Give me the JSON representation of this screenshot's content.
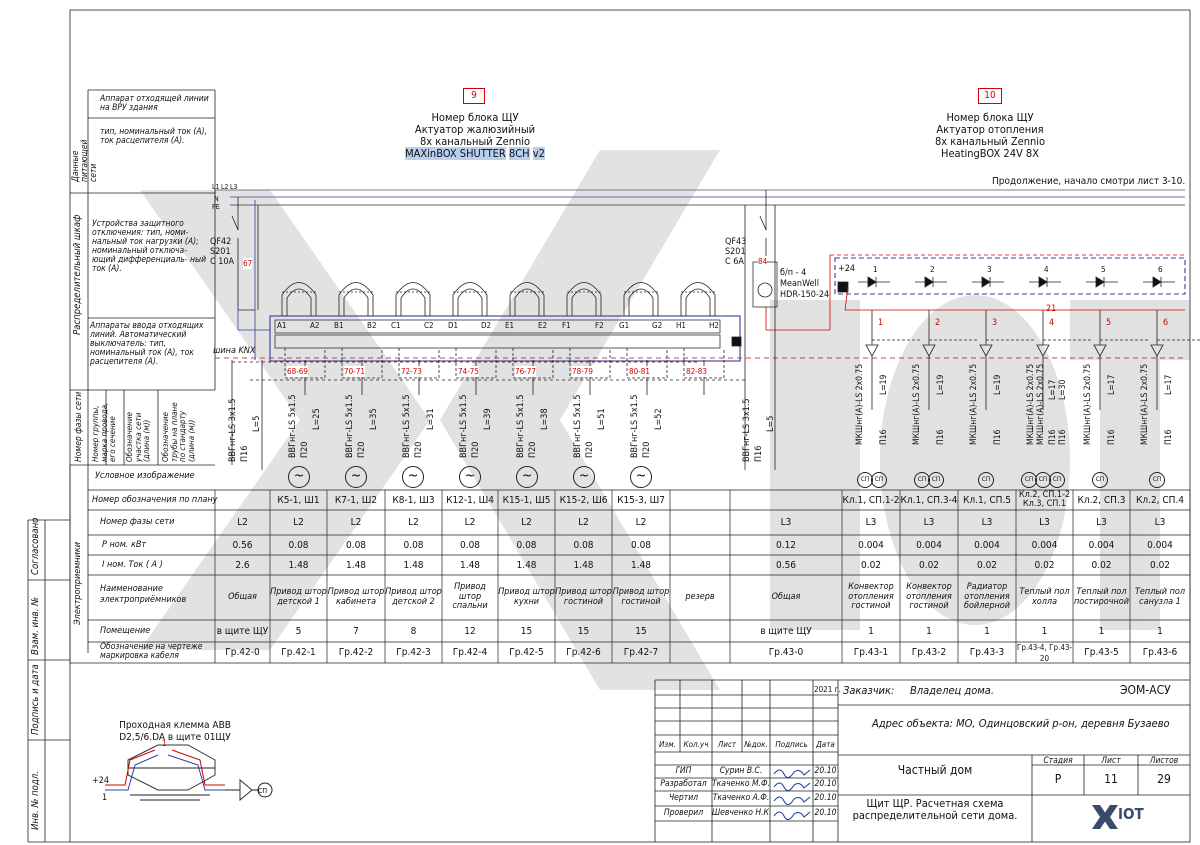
{
  "watermark_logo": "XIOT",
  "block9": {
    "num": "9",
    "l1": "Номер блока ЩУ",
    "l2": "Актуатор жалюзийный",
    "l3": "8х канальный Zennio",
    "l4a": "MAXinBOX SHUTTER",
    "l4b": "8CH",
    "l4c": "v2"
  },
  "block10": {
    "num": "10",
    "l1": "Номер блока ЩУ",
    "l2": "Актуатор отопления",
    "l3": "8х канальный Zennio",
    "l4": "HeatingBOX 24V 8X"
  },
  "continuation": "Продолжение, начало смотри лист 3-10.",
  "bus": {
    "l1": "L1",
    "l2": "L2",
    "l3": "L3",
    "n": "N",
    "pe": "PE",
    "knx": "шина KNX"
  },
  "qf42": {
    "l1": "QF42",
    "l2": "S201",
    "l3": "C 10A",
    "num": "67"
  },
  "qf43": {
    "l1": "QF43",
    "l2": "S201",
    "l3": "C 6A",
    "num": "84"
  },
  "psu": {
    "l1": "б/п - 4",
    "l2": "MeanWell",
    "l3": "HDR-150-24"
  },
  "plus24": "+24",
  "actuator_ports": [
    "A1",
    "A2",
    "B1",
    "B2",
    "C1",
    "C2",
    "D1",
    "D2",
    "E1",
    "E2",
    "F1",
    "F2",
    "G1",
    "G2",
    "H1",
    "H2"
  ],
  "wire_nums": [
    "68-69",
    "70-71",
    "72-73",
    "74-75",
    "76-77",
    "78-79",
    "80-81",
    "82-83"
  ],
  "heat_ch": [
    "1",
    "2",
    "3",
    "4",
    "5",
    "6"
  ],
  "heat_red": [
    "1",
    "2",
    "3",
    "4",
    "5",
    "6"
  ],
  "heat_21": "21",
  "cable_left": {
    "c1": "ВВГнг-LS 3х1.5",
    "c2": "П16",
    "c3": "L=5"
  },
  "cables_sh": [
    {
      "c1": "ВВГнг-LS 5х1.5",
      "c2": "П20",
      "c3": "L=25"
    },
    {
      "c1": "ВВГнг-LS 5х1.5",
      "c2": "П20",
      "c3": "L=35"
    },
    {
      "c1": "ВВГнг-LS 5х1.5",
      "c2": "П20",
      "c3": "L=31"
    },
    {
      "c1": "ВВГнг-LS 5х1.5",
      "c2": "П20",
      "c3": "L=39"
    },
    {
      "c1": "ВВГнг-LS 5х1.5",
      "c2": "П20",
      "c3": "L=38"
    },
    {
      "c1": "ВВГнг-LS 5х1.5",
      "c2": "П20",
      "c3": "L=51"
    },
    {
      "c1": "ВВГнг-LS 5х1.5",
      "c2": "П20",
      "c3": "L=52"
    }
  ],
  "cable_43": {
    "c1": "ВВГнг-LS 3х1.5",
    "c2": "П16",
    "c3": "L=5"
  },
  "cables_ht": [
    {
      "c1": "МКШнг(А)-LS 2х0.75",
      "c2": "П16",
      "c3": "L=19"
    },
    {
      "c1": "МКШнг(А)-LS 2х0.75",
      "c2": "П16",
      "c3": "L=19"
    },
    {
      "c1": "МКШнг(А)-LS 2х0.75",
      "c2": "П16",
      "c3": "L=19"
    },
    {
      "c1": "МКШнг(А)-LS 2х0.75",
      "c2": "П16",
      "c3": "L=17",
      "c1b": "МКШнг(А)-LS 2х0.75",
      "c2b": "П16",
      "c3b": "L=30"
    },
    {
      "c1": "МКШнг(А)-LS 2х0.75",
      "c2": "П16",
      "c3": "L=17"
    },
    {
      "c1": "МКШнг(А)-LS 2х0.75",
      "c2": "П16",
      "c3": "L=17"
    }
  ],
  "sp": "СП",
  "side": {
    "s1": "Аппарат отходящей линии на ВРУ здания",
    "s2": "тип, номинальный ток (А), ток расцепителя (А).",
    "s2v": "Данные питающей сети",
    "s3": "Устройства защитного отключения: тип, номи- нальный ток нагрузки (А); номинальный отключа- ющий дифференциаль- ный ток (А).",
    "s4": "Аппараты ввода отходящих линий. Автоматический выключатель: тип, номинальный ток (А), ток расцепителя (А).",
    "shkaf": "Распределительный шкаф",
    "v1": "Номер фазы сети",
    "v2": "Номер группы, марка провода, его сечение",
    "v3": "Обозначение участка сети (длина (м))",
    "v4": "Обозначение трубы на плане по стандарту (длина (м))",
    "uslovn": "Условное изображение",
    "el": "Электроприемники",
    "sogl": "Согласовано",
    "vzam": "Взам. инв. №",
    "podp": "Подпись и дата",
    "inv": "Инв. № подл."
  },
  "rows": {
    "r1": "Номер обозначения  по плану",
    "r2": "Номер фазы сети",
    "r3": "Р ном. кВт",
    "r4": "I ном. Ток ( А )",
    "r5": "Наименование электроприёмников",
    "r6": "Помещение",
    "r7": "Обозначение на чертеже маркировка кабеля"
  },
  "cols": [
    {
      "plan": "",
      "phase": "L2",
      "p": "0.56",
      "i": "2.6",
      "name": "Общая",
      "room": "в щите ЩУ",
      "mark": "Гр.42-0"
    },
    {
      "plan": "К5-1, Ш1",
      "phase": "L2",
      "p": "0.08",
      "i": "1.48",
      "name": "Привод штор детской 1",
      "room": "5",
      "mark": "Гр.42-1"
    },
    {
      "plan": "К7-1, Ш2",
      "phase": "L2",
      "p": "0.08",
      "i": "1.48",
      "name": "Привод штор кабинета",
      "room": "7",
      "mark": "Гр.42-2"
    },
    {
      "plan": "К8-1, Ш3",
      "phase": "L2",
      "p": "0.08",
      "i": "1.48",
      "name": "Привод штор детской 2",
      "room": "8",
      "mark": "Гр.42-3"
    },
    {
      "plan": "К12-1, Ш4",
      "phase": "L2",
      "p": "0.08",
      "i": "1.48",
      "name": "Привод штор спальни",
      "room": "12",
      "mark": "Гр.42-4"
    },
    {
      "plan": "К15-1, Ш5",
      "phase": "L2",
      "p": "0.08",
      "i": "1.48",
      "name": "Привод штор кухни",
      "room": "15",
      "mark": "Гр.42-5"
    },
    {
      "plan": "К15-2, Ш6",
      "phase": "L2",
      "p": "0.08",
      "i": "1.48",
      "name": "Привод штор гостиной",
      "room": "15",
      "mark": "Гр.42-6"
    },
    {
      "plan": "К15-3, Ш7",
      "phase": "L2",
      "p": "0.08",
      "i": "1.48",
      "name": "Привод штор гостиной",
      "room": "15",
      "mark": "Гр.42-7"
    },
    {
      "plan": "",
      "phase": "",
      "p": "",
      "i": "",
      "name": "резерв",
      "room": "",
      "mark": ""
    },
    {
      "plan": "",
      "phase": "L3",
      "p": "0.12",
      "i": "0.56",
      "name": "Общая",
      "room": "в щите ЩУ",
      "mark": "Гр.43-0"
    },
    {
      "plan": "Кл.1, СП.1-2",
      "phase": "L3",
      "p": "0.004",
      "i": "0.02",
      "name": "Конвектор отопления гостиной",
      "room": "1",
      "mark": "Гр.43-1"
    },
    {
      "plan": "Кл.1, СП.3-4",
      "phase": "L3",
      "p": "0.004",
      "i": "0.02",
      "name": "Конвектор отопления гостиной",
      "room": "1",
      "mark": "Гр.43-2"
    },
    {
      "plan": "Кл.1, СП.5",
      "phase": "L3",
      "p": "0.004",
      "i": "0.02",
      "name": "Радиатор отопления бойлерной",
      "room": "1",
      "mark": "Гр.43-3"
    },
    {
      "plan": "Кл.2, СП.1-2 Кл.3, СП.1",
      "phase": "L3",
      "p": "0.004",
      "i": "0.02",
      "name": "Теплый пол холла",
      "room": "1",
      "mark": "Гр.43-4, Гр.43-20"
    },
    {
      "plan": "Кл.2, СП.3",
      "phase": "L3",
      "p": "0.004",
      "i": "0.02",
      "name": "Теплый пол постирочной",
      "room": "1",
      "mark": "Гр.43-5"
    },
    {
      "plan": "Кл.2, СП.4",
      "phase": "L3",
      "p": "0.004",
      "i": "0.02",
      "name": "Теплый пол санузла 1",
      "room": "1",
      "mark": "Гр.43-6"
    }
  ],
  "terminal": {
    "l1": "Проходная клемма ABB",
    "l2": "D2,5/6.DA в щите 01ЩУ",
    "plus": "+24",
    "one": "1",
    "sp": "СП"
  },
  "stamp": {
    "year": "2021 г.",
    "customer_label": "Заказчик:",
    "customer": "Владелец дома.",
    "code": "ЭОМ-АСУ",
    "address": "Адрес объекта: МО, Одинцовский р-он, деревня Бузаево",
    "h": [
      "Изм.",
      "Кол.уч",
      "Лист",
      "№док.",
      "Подпись",
      "Дата"
    ],
    "people": [
      {
        "role": "ГИП",
        "name": "Сурин В.С.",
        "date": "20.10"
      },
      {
        "role": "Разработал",
        "name": "Ткаченко М.Ф.",
        "date": "20.10"
      },
      {
        "role": "Чертил",
        "name": "Ткаченко А.Ф.",
        "date": "20.10"
      },
      {
        "role": "Проверил",
        "name": "Шевченко Н.К.",
        "date": "20.10"
      }
    ],
    "project": "Частный дом",
    "stage_h": "Стадия",
    "sheet_h": "Лист",
    "sheets_h": "Листов",
    "stage": "Р",
    "sheet": "11",
    "sheets": "29",
    "desc": "Щит ЩР. Расчетная схема распределительной сети дома.",
    "logo": "IOT"
  }
}
